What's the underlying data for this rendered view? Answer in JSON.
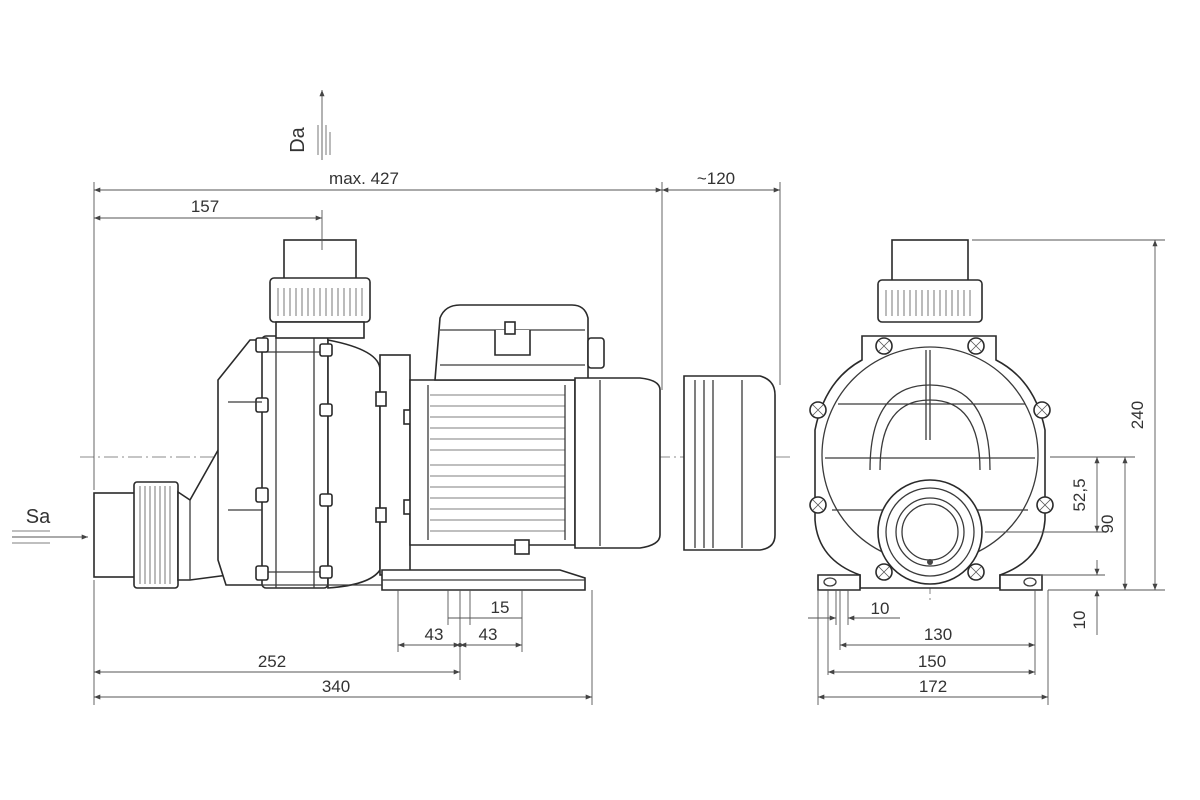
{
  "labels": {
    "discharge": "Da",
    "suction": "Sa"
  },
  "dimensions_side": {
    "total_max": "max. 427",
    "motor_extension": "~120",
    "to_discharge_axis": "157",
    "foot_hole_spacing_a": "43",
    "foot_hole_spacing_b": "43",
    "foot_hole_offset": "15",
    "to_foot_center": "252",
    "base_length": "340"
  },
  "dimensions_front": {
    "height_total": "240",
    "axis_height": "90",
    "suction_offset": "52,5",
    "base_height": "10",
    "foot_hole_width": "10",
    "hole_distance_inner": "130",
    "hole_distance_outer": "150",
    "total_width": "172"
  }
}
